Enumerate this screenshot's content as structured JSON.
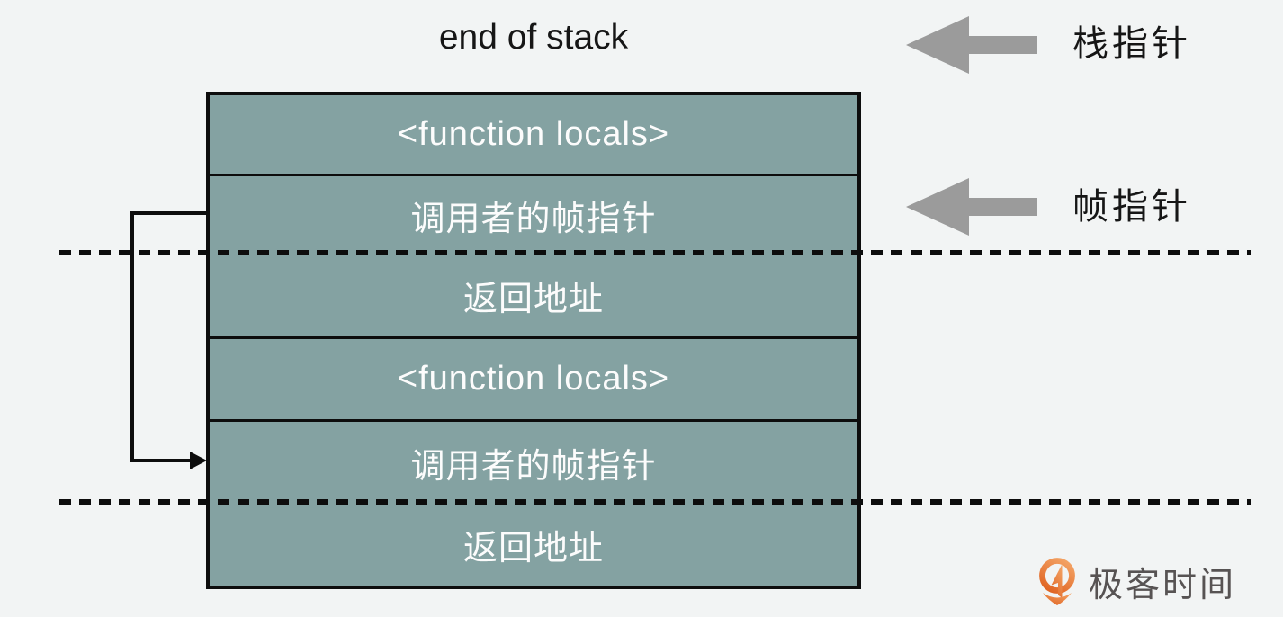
{
  "diagram": {
    "end_of_stack_label": "end of stack",
    "stack_rows": [
      {
        "label": "<function locals>"
      },
      {
        "label": "调用者的帧指针"
      },
      {
        "label": "返回地址"
      },
      {
        "label": "<function locals>"
      },
      {
        "label": "调用者的帧指针"
      },
      {
        "label": "返回地址"
      }
    ],
    "stack_pointer_label": "栈指针",
    "frame_pointer_label": "帧指针"
  },
  "branding": {
    "logo_text": "极客时间"
  },
  "colors": {
    "background": "#f2f4f4",
    "row_fill": "#84a2a2",
    "row_text": "#fcfcfc",
    "line_black": "#0d0d0d",
    "pointer_arrow_gray": "#9b9b9b",
    "logo_orange_light": "#f3a264",
    "logo_orange_dark": "#e06524",
    "logo_text_color": "#575353"
  }
}
